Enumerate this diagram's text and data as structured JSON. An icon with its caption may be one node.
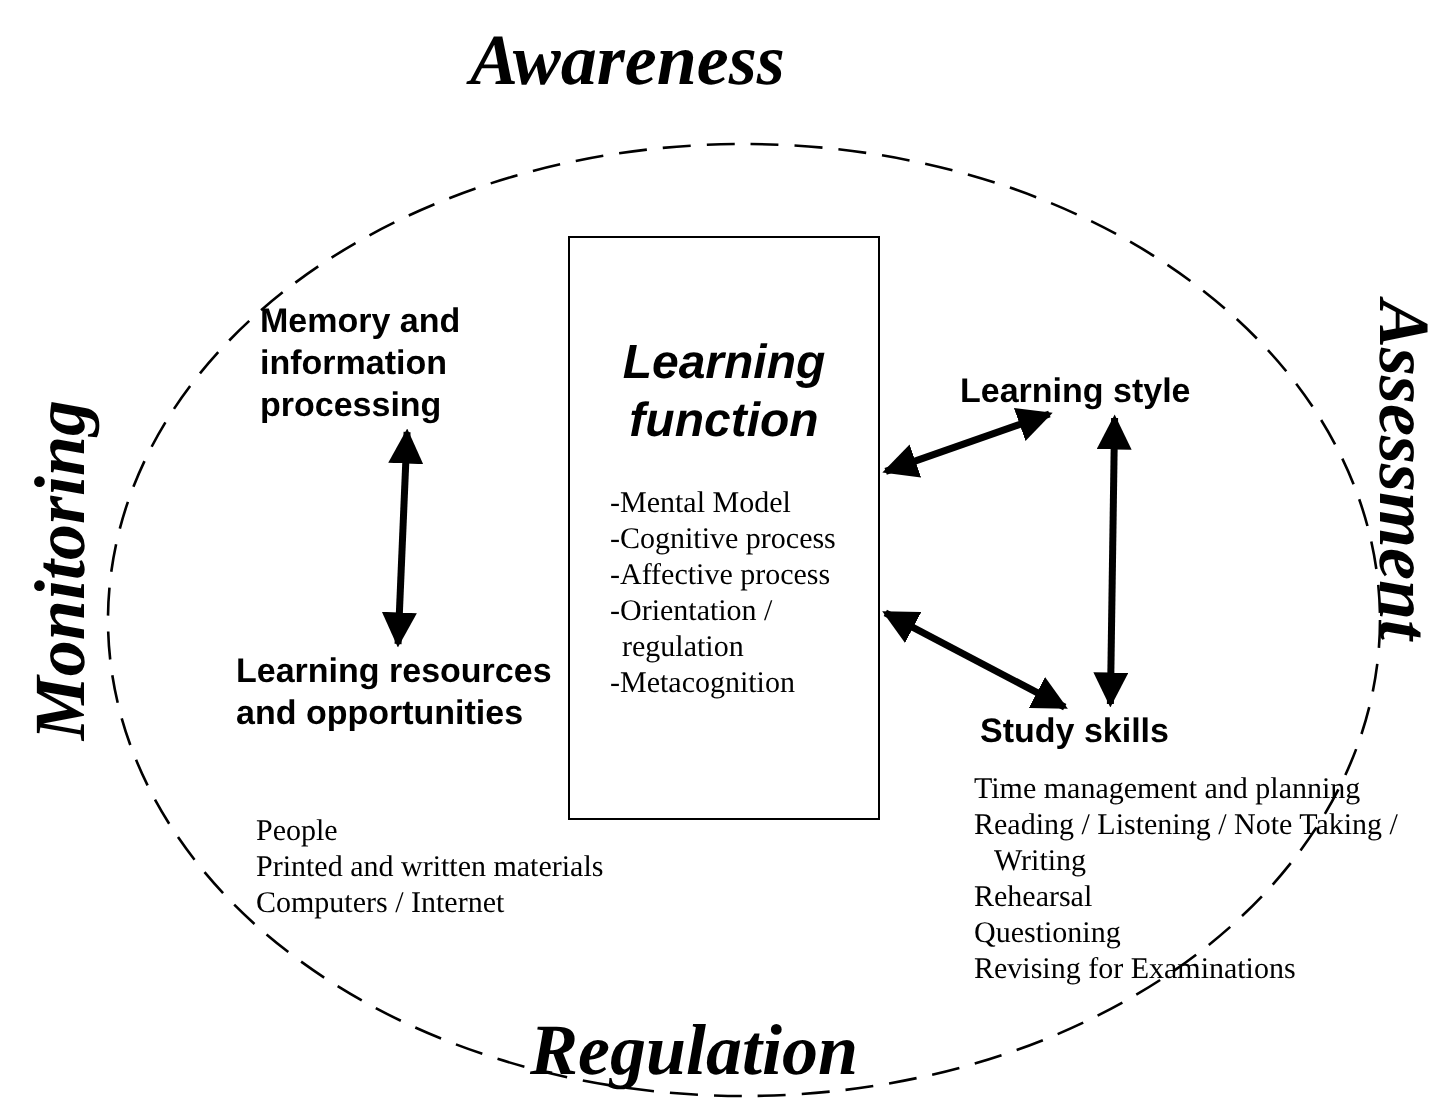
{
  "diagram": {
    "nodes": [
      {
        "text": [
          "Memory and information processing"
        ]
      },
      {
        "text": [
          "Learning function",
          "-Mental Model",
          "-Cognitive process",
          "-Affective process",
          "-Orientation / regulation",
          "-Metacognition"
        ]
      },
      {
        "text": [
          "Learning style"
        ]
      },
      {
        "text": [
          "Learning resources and opportunities"
        ],
        "beside": [
          "People",
          "Printed and written materials",
          "Computers / Internet"
        ]
      },
      {
        "text": [
          "Study skills"
        ],
        "beside": [
          "Time management and planning",
          "Reading / Listening / Note Taking / Writing",
          "Rehearsal",
          "Questioning",
          "Revising for Examinations"
        ]
      }
    ],
    "edges": [
      {
        "from": 0,
        "to": 3,
        "arrow": "both"
      },
      {
        "from": 1,
        "to": 2,
        "arrow": "both"
      },
      {
        "from": 1,
        "to": 4,
        "arrow": "both"
      },
      {
        "from": 2,
        "to": 4,
        "arrow": "both"
      }
    ],
    "labels": [
      "Awareness",
      "Monitoring",
      "Assessment",
      "Regulation"
    ]
  }
}
